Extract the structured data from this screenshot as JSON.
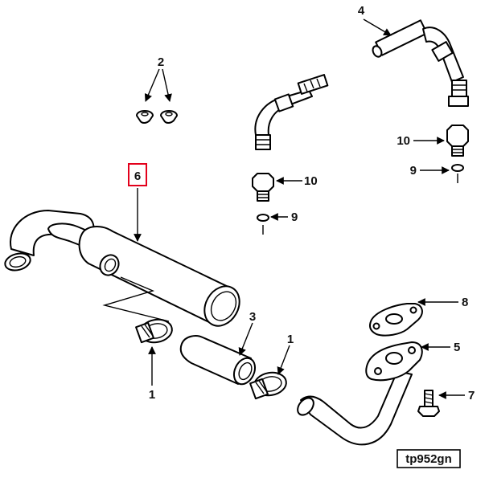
{
  "diagram": {
    "figure_id": "tp952gn",
    "highlight_color": "#e3001b",
    "callouts": [
      {
        "id": "c1-left",
        "label": "1"
      },
      {
        "id": "c1-right",
        "label": "1"
      },
      {
        "id": "c2",
        "label": "2"
      },
      {
        "id": "c3",
        "label": "3"
      },
      {
        "id": "c4",
        "label": "4"
      },
      {
        "id": "c5",
        "label": "5"
      },
      {
        "id": "c6",
        "label": "6",
        "highlighted": true
      },
      {
        "id": "c7",
        "label": "7"
      },
      {
        "id": "c8",
        "label": "8"
      },
      {
        "id": "c9-center",
        "label": "9"
      },
      {
        "id": "c9-right",
        "label": "9"
      },
      {
        "id": "c10-center",
        "label": "10"
      },
      {
        "id": "c10-right",
        "label": "10"
      }
    ]
  }
}
